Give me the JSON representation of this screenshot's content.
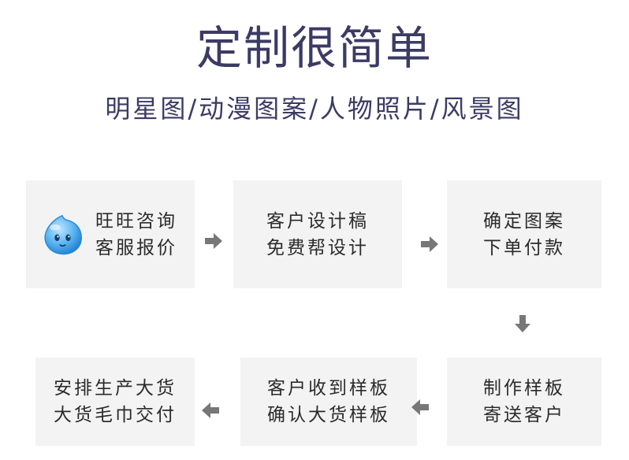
{
  "header": {
    "title": "定制很简单",
    "subtitle": "明星图/动漫图案/人物照片/风景图"
  },
  "steps": [
    {
      "line1": "旺旺咨询",
      "line2": "客服报价",
      "icon": "wangwang-icon"
    },
    {
      "line1": "客户设计稿",
      "line2": "免费帮设计"
    },
    {
      "line1": "确定图案",
      "line2": "下单付款"
    },
    {
      "line1": "制作样板",
      "line2": "寄送客户"
    },
    {
      "line1": "客户收到样板",
      "line2": "确认大货样板"
    },
    {
      "line1": "安排生产大货",
      "line2": "大货毛巾交付"
    }
  ],
  "colors": {
    "title": "#3b3b64",
    "box_background": "#f3f3f3",
    "arrow": "#7a7a7a",
    "icon_blue": "#3a9ee8"
  }
}
